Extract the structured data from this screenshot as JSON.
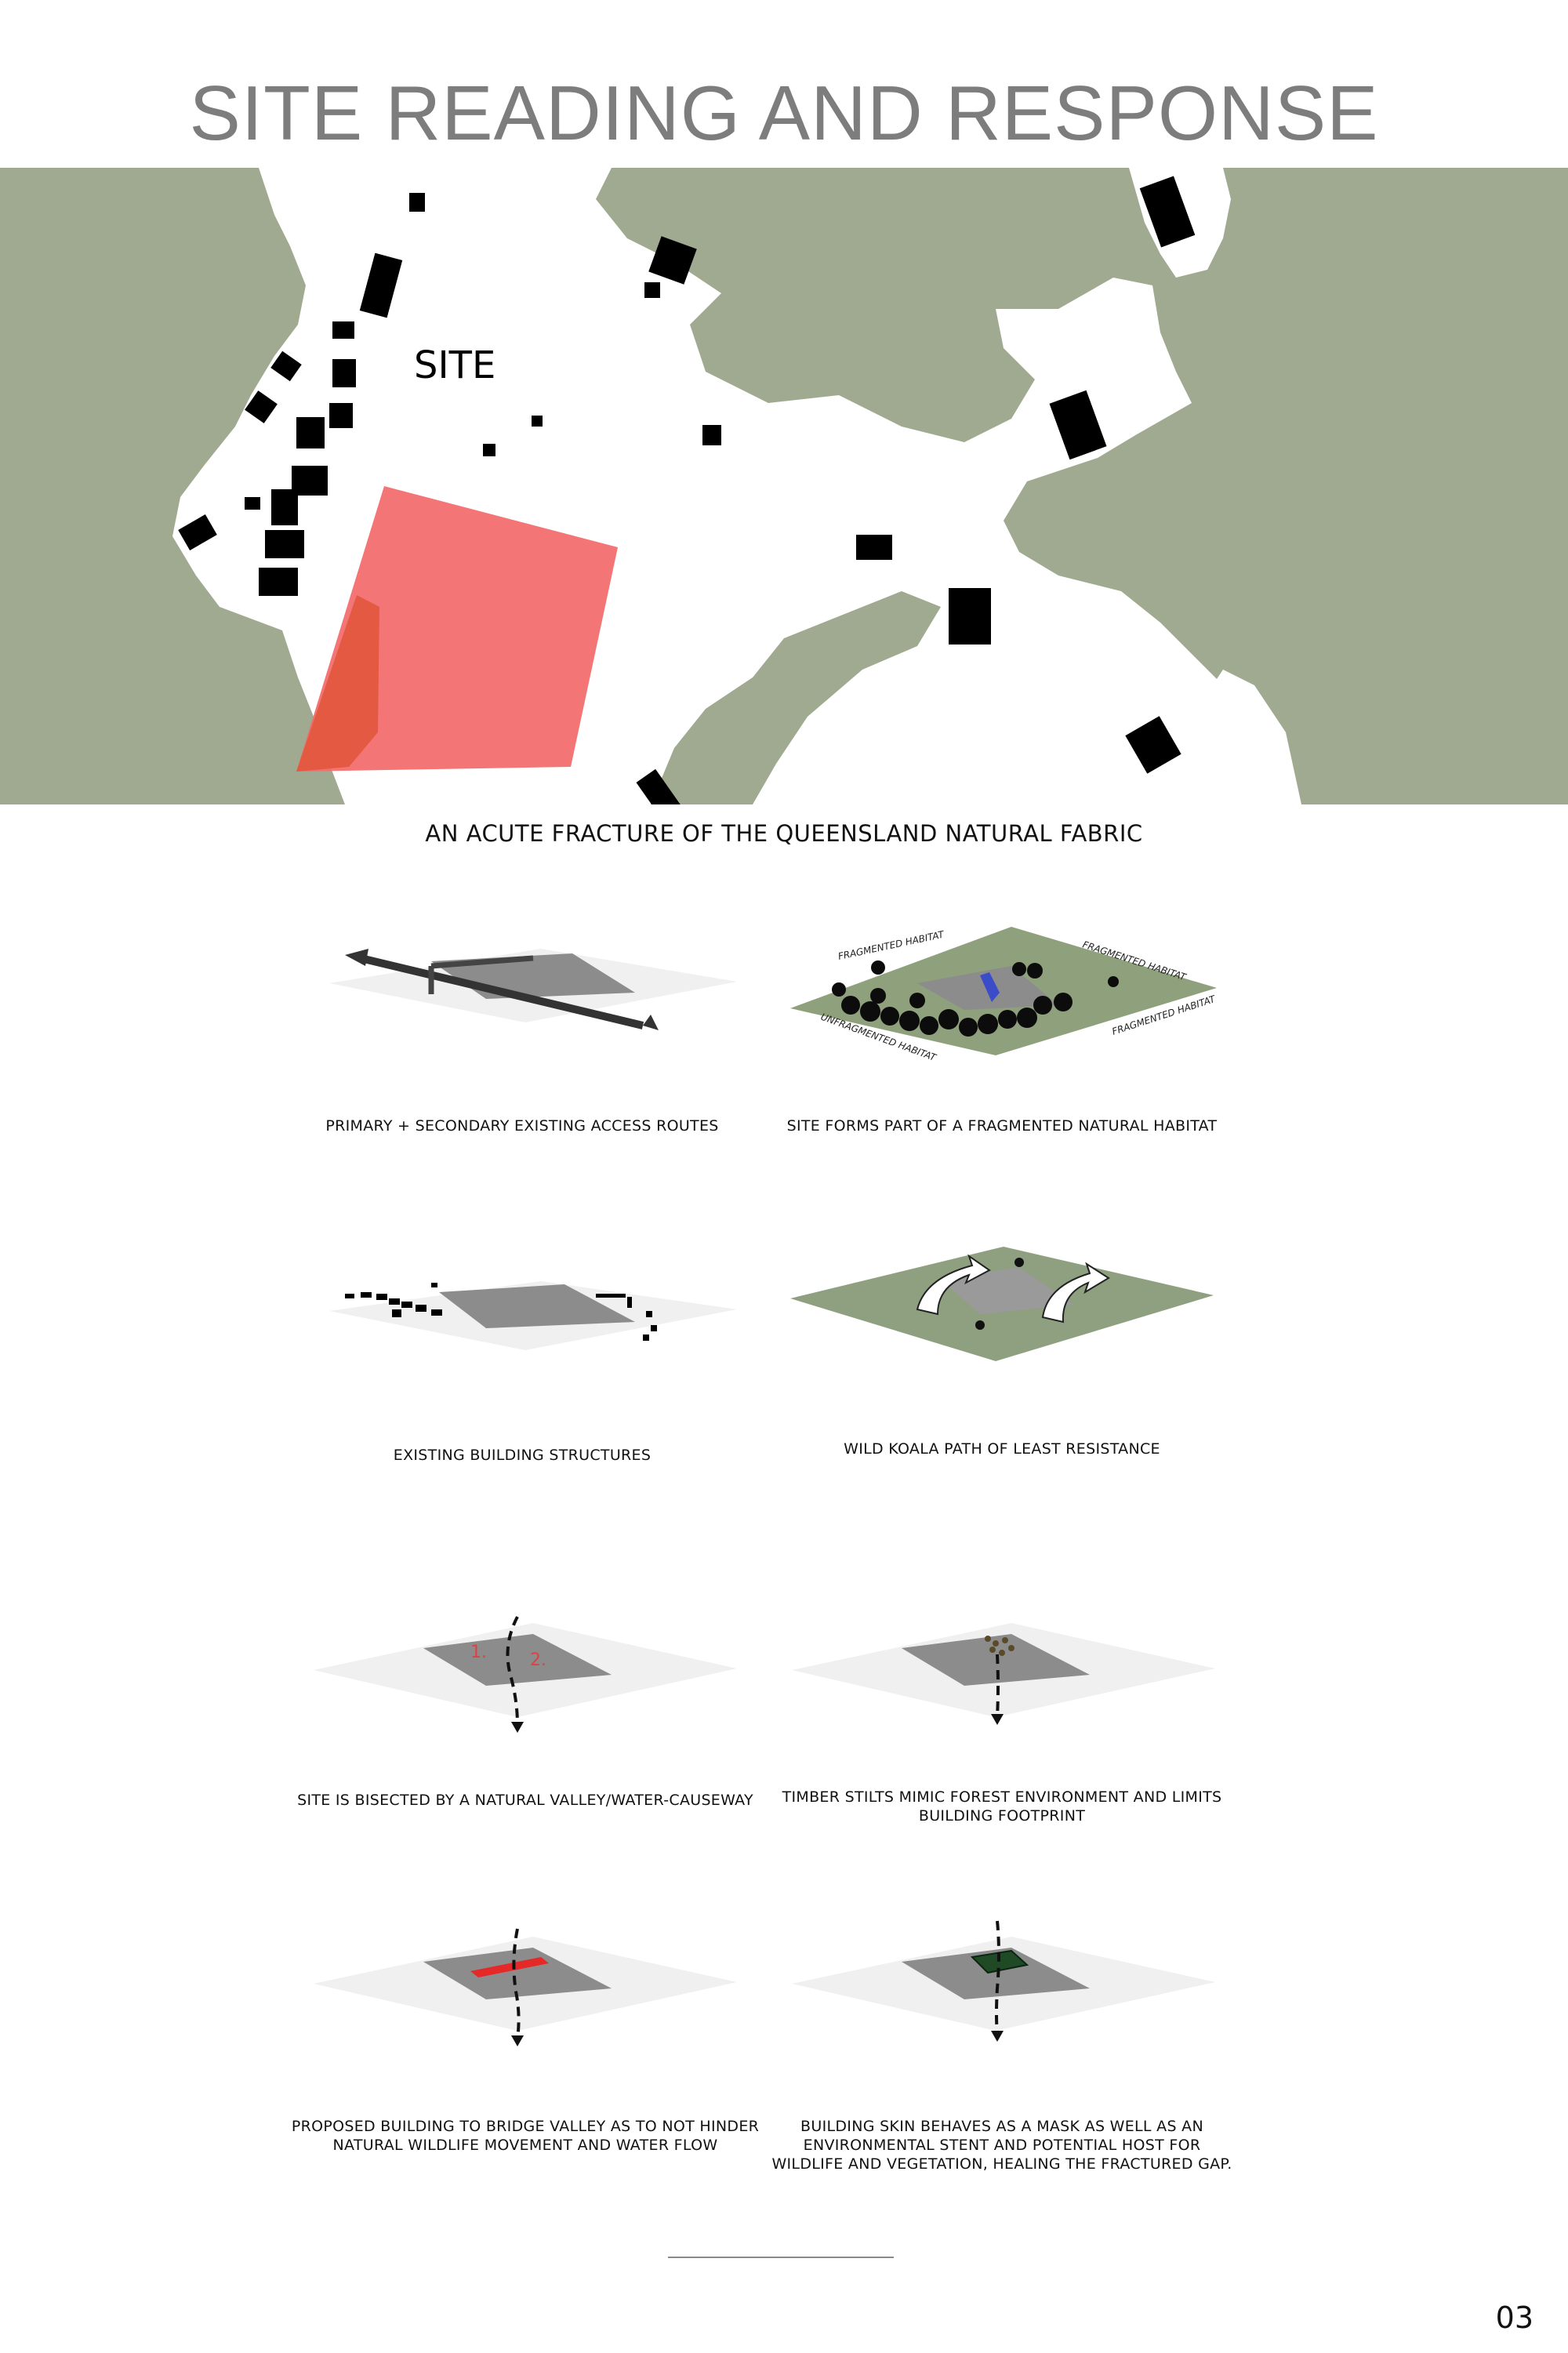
{
  "title": "SITE READING AND RESPONSE",
  "map": {
    "site_label": "SITE",
    "caption": "AN ACUTE  FRACTURE OF THE QUEENSLAND NATURAL FABRIC",
    "colors": {
      "vegetation": "#a0aa90",
      "clearing": "#ffffff",
      "buildings": "#000000",
      "site": "#f26e6e"
    }
  },
  "panels": [
    {
      "caption": "PRIMARY + SECONDARY EXISTING ACCESS ROUTES"
    },
    {
      "caption": "SITE FORMS PART OF A FRAGMENTED NATURAL HABITAT",
      "labels": [
        "FRAGMENTED HABITAT",
        "FRAGMENTED HABITAT",
        "FRAGMENTED HABITAT",
        "UNFRAGMENTED HABITAT"
      ]
    },
    {
      "caption": "EXISTING BUILDING STRUCTURES"
    },
    {
      "caption": "WILD KOALA PATH OF LEAST RESISTANCE"
    },
    {
      "caption": "SITE IS BISECTED BY A NATURAL VALLEY/WATER-CAUSEWAY",
      "labels": [
        "1.",
        "2."
      ]
    },
    {
      "caption_line1": "TIMBER STILTS MIMIC FOREST ENVIRONMENT AND LIMITS",
      "caption_line2": "BUILDING FOOTPRINT"
    },
    {
      "caption_line1": "PROPOSED BUILDING TO BRIDGE VALLEY AS TO NOT HINDER",
      "caption_line2": "NATURAL WILDLIFE MOVEMENT AND WATER FLOW"
    },
    {
      "caption_line1": "BUILDING SKIN BEHAVES AS A MASK AS WELL AS AN",
      "caption_line2": "ENVIRONMENTAL STENT AND POTENTIAL HOST FOR",
      "caption_line3": "WILDLIFE AND VEGETATION, HEALING THE FRACTURED GAP."
    }
  ],
  "page_number": "03"
}
